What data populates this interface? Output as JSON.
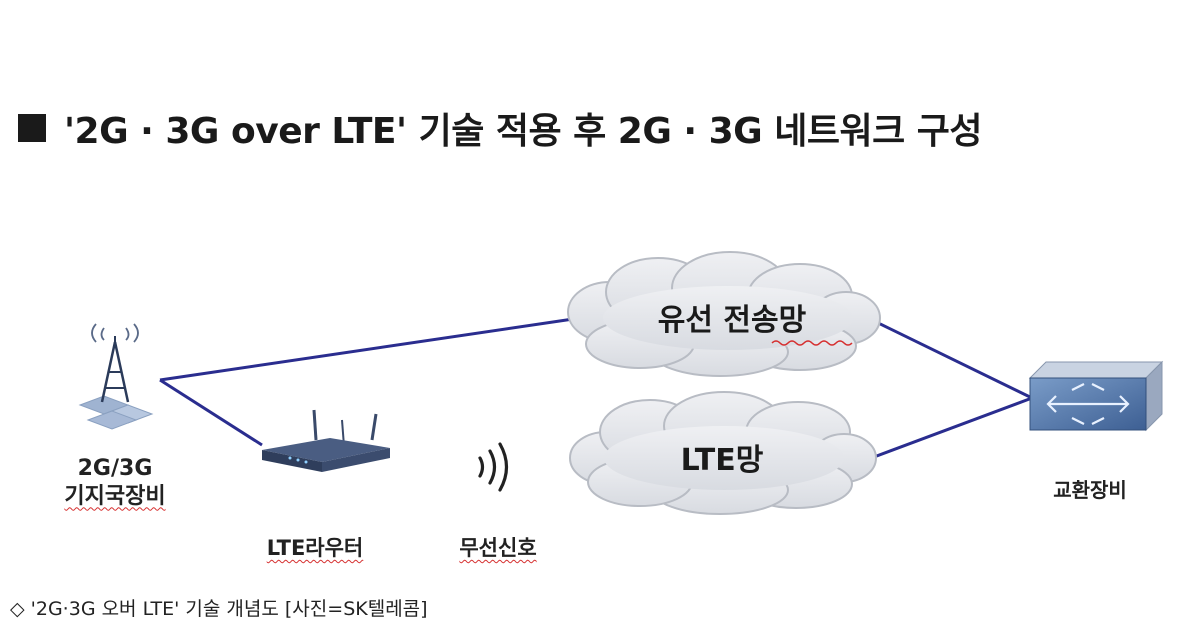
{
  "title": "'2G · 3G over LTE' 기술 적용 후  2G · 3G 네트워크 구성",
  "nodes": {
    "base_station": {
      "line1": "2G/3G",
      "line2": "기지국장비"
    },
    "lte_router": {
      "label": "LTE라우터"
    },
    "wireless_signal": {
      "label": "무선신호"
    },
    "wired_network": {
      "label": "유선 전송망"
    },
    "lte_network": {
      "label": "LTE망"
    },
    "switching_equipment": {
      "label": "교환장비"
    }
  },
  "colors": {
    "link": "#2a2d8f",
    "cloud_fill": "#e4e6ea",
    "cloud_stroke": "#b8bcc4",
    "misspell_underline": "#d63030"
  },
  "caption": "◇ '2G·3G 오버 LTE' 기술 개념도 [사진=SK텔레콤]"
}
